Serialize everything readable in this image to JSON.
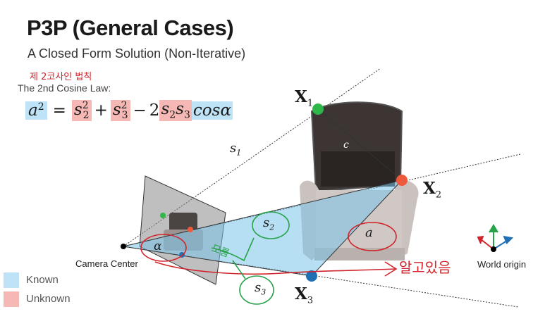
{
  "slide": {
    "title": "P3P (General Cases)",
    "subtitle": "A Closed Form Solution (Non-Iterative)"
  },
  "cosine_law": {
    "label": "The 2nd Cosine Law:",
    "handwritten_note": "제 2코사인 법칙",
    "formula": {
      "a": "a",
      "a_exp": "2",
      "eq": "=",
      "s": "s",
      "two": "2",
      "three": "3",
      "plus": "+",
      "minus": "−",
      "coef": "2",
      "cos": "cos",
      "alpha": "α"
    }
  },
  "diagram": {
    "points": {
      "X1": {
        "letter": "X",
        "sub": "1",
        "color": "#2eb84a"
      },
      "X2": {
        "letter": "X",
        "sub": "2",
        "color": "#f05a3c"
      },
      "X3": {
        "letter": "X",
        "sub": "3",
        "color": "#1f6fb5"
      }
    },
    "side_labels": {
      "s1": {
        "letter": "s",
        "sub": "1"
      },
      "s2": {
        "letter": "s",
        "sub": "2"
      },
      "s3": {
        "letter": "s",
        "sub": "3"
      },
      "a": "a",
      "c": "c",
      "alpha": "α"
    },
    "camera_center_label": "Camera Center",
    "world_origin_label": "World origin",
    "handwritten_arrow_note": "알고있음",
    "handwritten_known_note": "모름",
    "colors": {
      "known": "#bfe3f6",
      "unknown": "#f5b8b4",
      "ink_red": "#d2242c",
      "ink_green": "#27a34a"
    }
  },
  "legend": [
    {
      "label": "Known",
      "color": "#bfe3f6"
    },
    {
      "label": "Unknown",
      "color": "#f5b8b4"
    }
  ]
}
